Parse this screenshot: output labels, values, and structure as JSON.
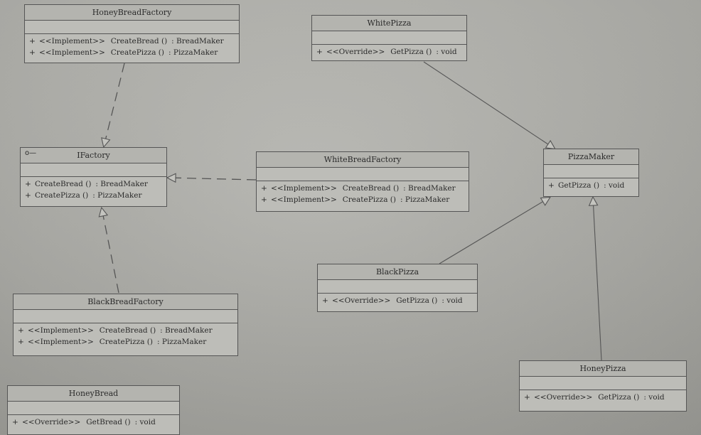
{
  "classes": {
    "honey_bread_factory": {
      "name": "HoneyBreadFactory",
      "ops": [
        {
          "vis": "+",
          "stereo": "<<Implement>>",
          "sig": "CreateBread ()",
          "ret": ": BreadMaker"
        },
        {
          "vis": "+",
          "stereo": "<<Implement>>",
          "sig": "CreatePizza ()",
          "ret": ": PizzaMaker"
        }
      ]
    },
    "ifactory": {
      "name": "IFactory",
      "mark": "o—",
      "ops": [
        {
          "vis": "+",
          "sig": "CreateBread ()",
          "ret": ": BreadMaker"
        },
        {
          "vis": "+",
          "sig": "CreatePizza ()",
          "ret": ": PizzaMaker"
        }
      ]
    },
    "white_bread_factory": {
      "name": "WhiteBreadFactory",
      "ops": [
        {
          "vis": "+",
          "stereo": "<<Implement>>",
          "sig": "CreateBread ()",
          "ret": ": BreadMaker"
        },
        {
          "vis": "+",
          "stereo": "<<Implement>>",
          "sig": "CreatePizza ()",
          "ret": ": PizzaMaker"
        }
      ]
    },
    "black_bread_factory": {
      "name": "BlackBreadFactory",
      "ops": [
        {
          "vis": "+",
          "stereo": "<<Implement>>",
          "sig": "CreateBread ()",
          "ret": ": BreadMaker"
        },
        {
          "vis": "+",
          "stereo": "<<Implement>>",
          "sig": "CreatePizza ()",
          "ret": ": PizzaMaker"
        }
      ]
    },
    "honey_bread": {
      "name": "HoneyBread",
      "ops": [
        {
          "vis": "+",
          "stereo": "<<Override>>",
          "sig": "GetBread ()",
          "ret": ": void"
        }
      ]
    },
    "white_pizza": {
      "name": "WhitePizza",
      "ops": [
        {
          "vis": "+",
          "stereo": "<<Override>>",
          "sig": "GetPizza ()",
          "ret": ": void"
        }
      ]
    },
    "pizza_maker": {
      "name": "PizzaMaker",
      "ops": [
        {
          "vis": "+",
          "sig": "GetPizza ()",
          "ret": ": void"
        }
      ]
    },
    "black_pizza": {
      "name": "BlackPizza",
      "ops": [
        {
          "vis": "+",
          "stereo": "<<Override>>",
          "sig": "GetPizza ()",
          "ret": ": void"
        }
      ]
    },
    "honey_pizza": {
      "name": "HoneyPizza",
      "ops": [
        {
          "vis": "+",
          "stereo": "<<Override>>",
          "sig": "GetPizza ()",
          "ret": ": void"
        }
      ]
    }
  },
  "colors": {
    "line": "#555555",
    "box_fill": "#bdbdb8"
  }
}
